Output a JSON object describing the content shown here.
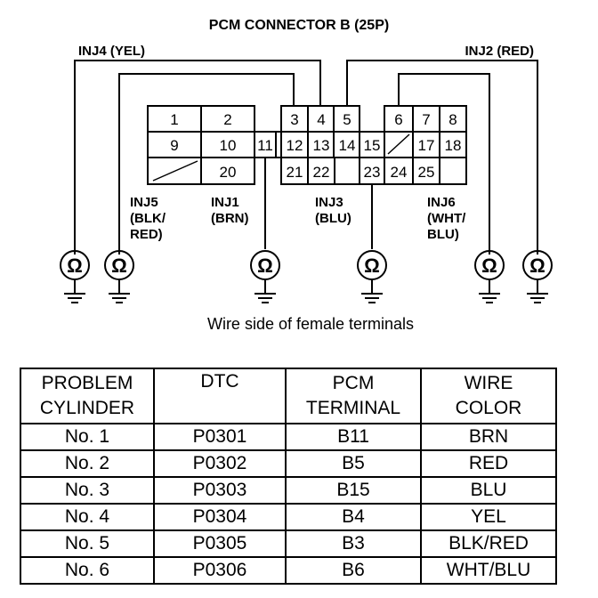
{
  "diagram": {
    "title": "PCM CONNECTOR B (25P)",
    "caption": "Wire side of female terminals",
    "callouts": {
      "inj4": "INJ4 (YEL)",
      "inj2": "INJ2 (RED)",
      "inj5": [
        "INJ5",
        "(BLK/",
        "RED)"
      ],
      "inj1": [
        "INJ1",
        "(BRN)"
      ],
      "inj3": [
        "INJ3",
        "(BLU)"
      ],
      "inj6": [
        "INJ6",
        "(WHT/",
        "BLU)"
      ]
    },
    "ohm_symbol": "Ω",
    "pins": [
      "1",
      "2",
      "3",
      "4",
      "5",
      "6",
      "7",
      "8",
      "9",
      "10",
      "11",
      "12",
      "13",
      "14",
      "15",
      "17",
      "18",
      "20",
      "21",
      "22",
      "23",
      "24",
      "25"
    ]
  },
  "table": {
    "headers": [
      [
        "PROBLEM",
        "CYLINDER"
      ],
      [
        "DTC",
        ""
      ],
      [
        "PCM",
        "TERMINAL"
      ],
      [
        "WIRE",
        "COLOR"
      ]
    ],
    "rows": [
      [
        "No. 1",
        "P0301",
        "B11",
        "BRN"
      ],
      [
        "No. 2",
        "P0302",
        "B5",
        "RED"
      ],
      [
        "No. 3",
        "P0303",
        "B15",
        "BLU"
      ],
      [
        "No. 4",
        "P0304",
        "B4",
        "YEL"
      ],
      [
        "No. 5",
        "P0305",
        "B3",
        "BLK/RED"
      ],
      [
        "No. 6",
        "P0306",
        "B6",
        "WHT/BLU"
      ]
    ]
  }
}
